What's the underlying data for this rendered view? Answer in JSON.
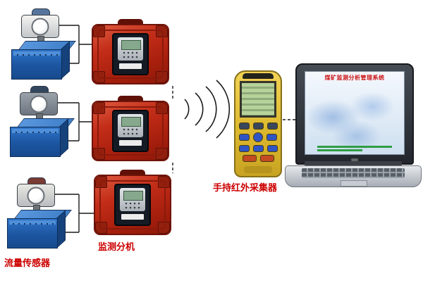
{
  "labels": {
    "flow_sensor": "流量传感器",
    "monitor_unit": "监测分机",
    "handheld_collector": "手持红外采集器"
  },
  "laptop": {
    "screen_title": "煤矿监测分析管理系统"
  },
  "components": {
    "flow_sensor_count": 3,
    "monitor_unit_count": 3
  },
  "colors": {
    "label_text": "#cc0000",
    "case_red": "#b02314",
    "tank_blue": "#1c55a0",
    "handheld_yellow": "#ddb92f",
    "lcd_green": "#b7d29a",
    "laptop_bezel": "#23272d",
    "software_title_red": "#cc1111"
  }
}
